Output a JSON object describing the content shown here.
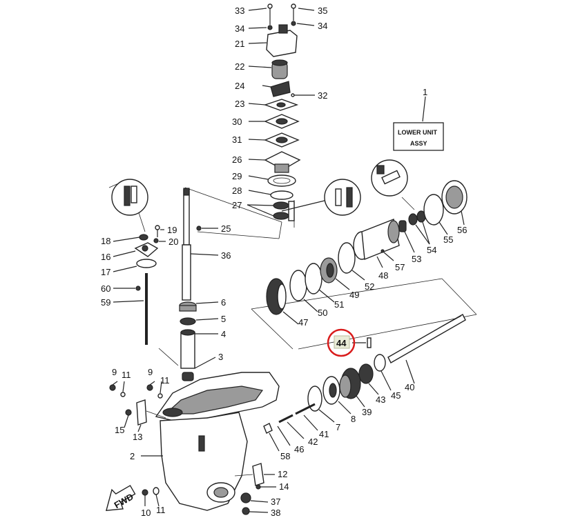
{
  "assembly_box": {
    "line1": "LOWER UNIT",
    "line2": "ASSY",
    "callout": "1"
  },
  "fwd_label": "FWD",
  "highlight": {
    "part": "44",
    "color": "#d91c1c"
  },
  "callouts": {
    "p33": "33",
    "p35": "35",
    "p34a": "34",
    "p34b": "34",
    "p21": "21",
    "p22": "22",
    "p24": "24",
    "p32": "32",
    "p23": "23",
    "p30": "30",
    "p31": "31",
    "p26": "26",
    "p29": "29",
    "p28": "28",
    "p27": "27",
    "p25": "25",
    "p36": "36",
    "p6": "6",
    "p5": "5",
    "p4": "4",
    "p3": "3",
    "p19": "19",
    "p20": "20",
    "p18": "18",
    "p16": "16",
    "p17": "17",
    "p60": "60",
    "p59": "59",
    "p56": "56",
    "p55": "55",
    "p54": "54",
    "p53": "53",
    "p57": "57",
    "p48": "48",
    "p52": "52",
    "p49": "49",
    "p51": "51",
    "p50": "50",
    "p47": "47",
    "p44": "44",
    "p40": "40",
    "p45": "45",
    "p43": "43",
    "p39": "39",
    "p8": "8",
    "p7": "7",
    "p41": "41",
    "p42": "42",
    "p46": "46",
    "p58": "58",
    "p9a": "9",
    "p11a": "11",
    "p9b": "9",
    "p11b": "11",
    "p15": "15",
    "p13": "13",
    "p2": "2",
    "p12": "12",
    "p14": "14",
    "p37": "37",
    "p38": "38",
    "p10": "10",
    "p11c": "11"
  }
}
